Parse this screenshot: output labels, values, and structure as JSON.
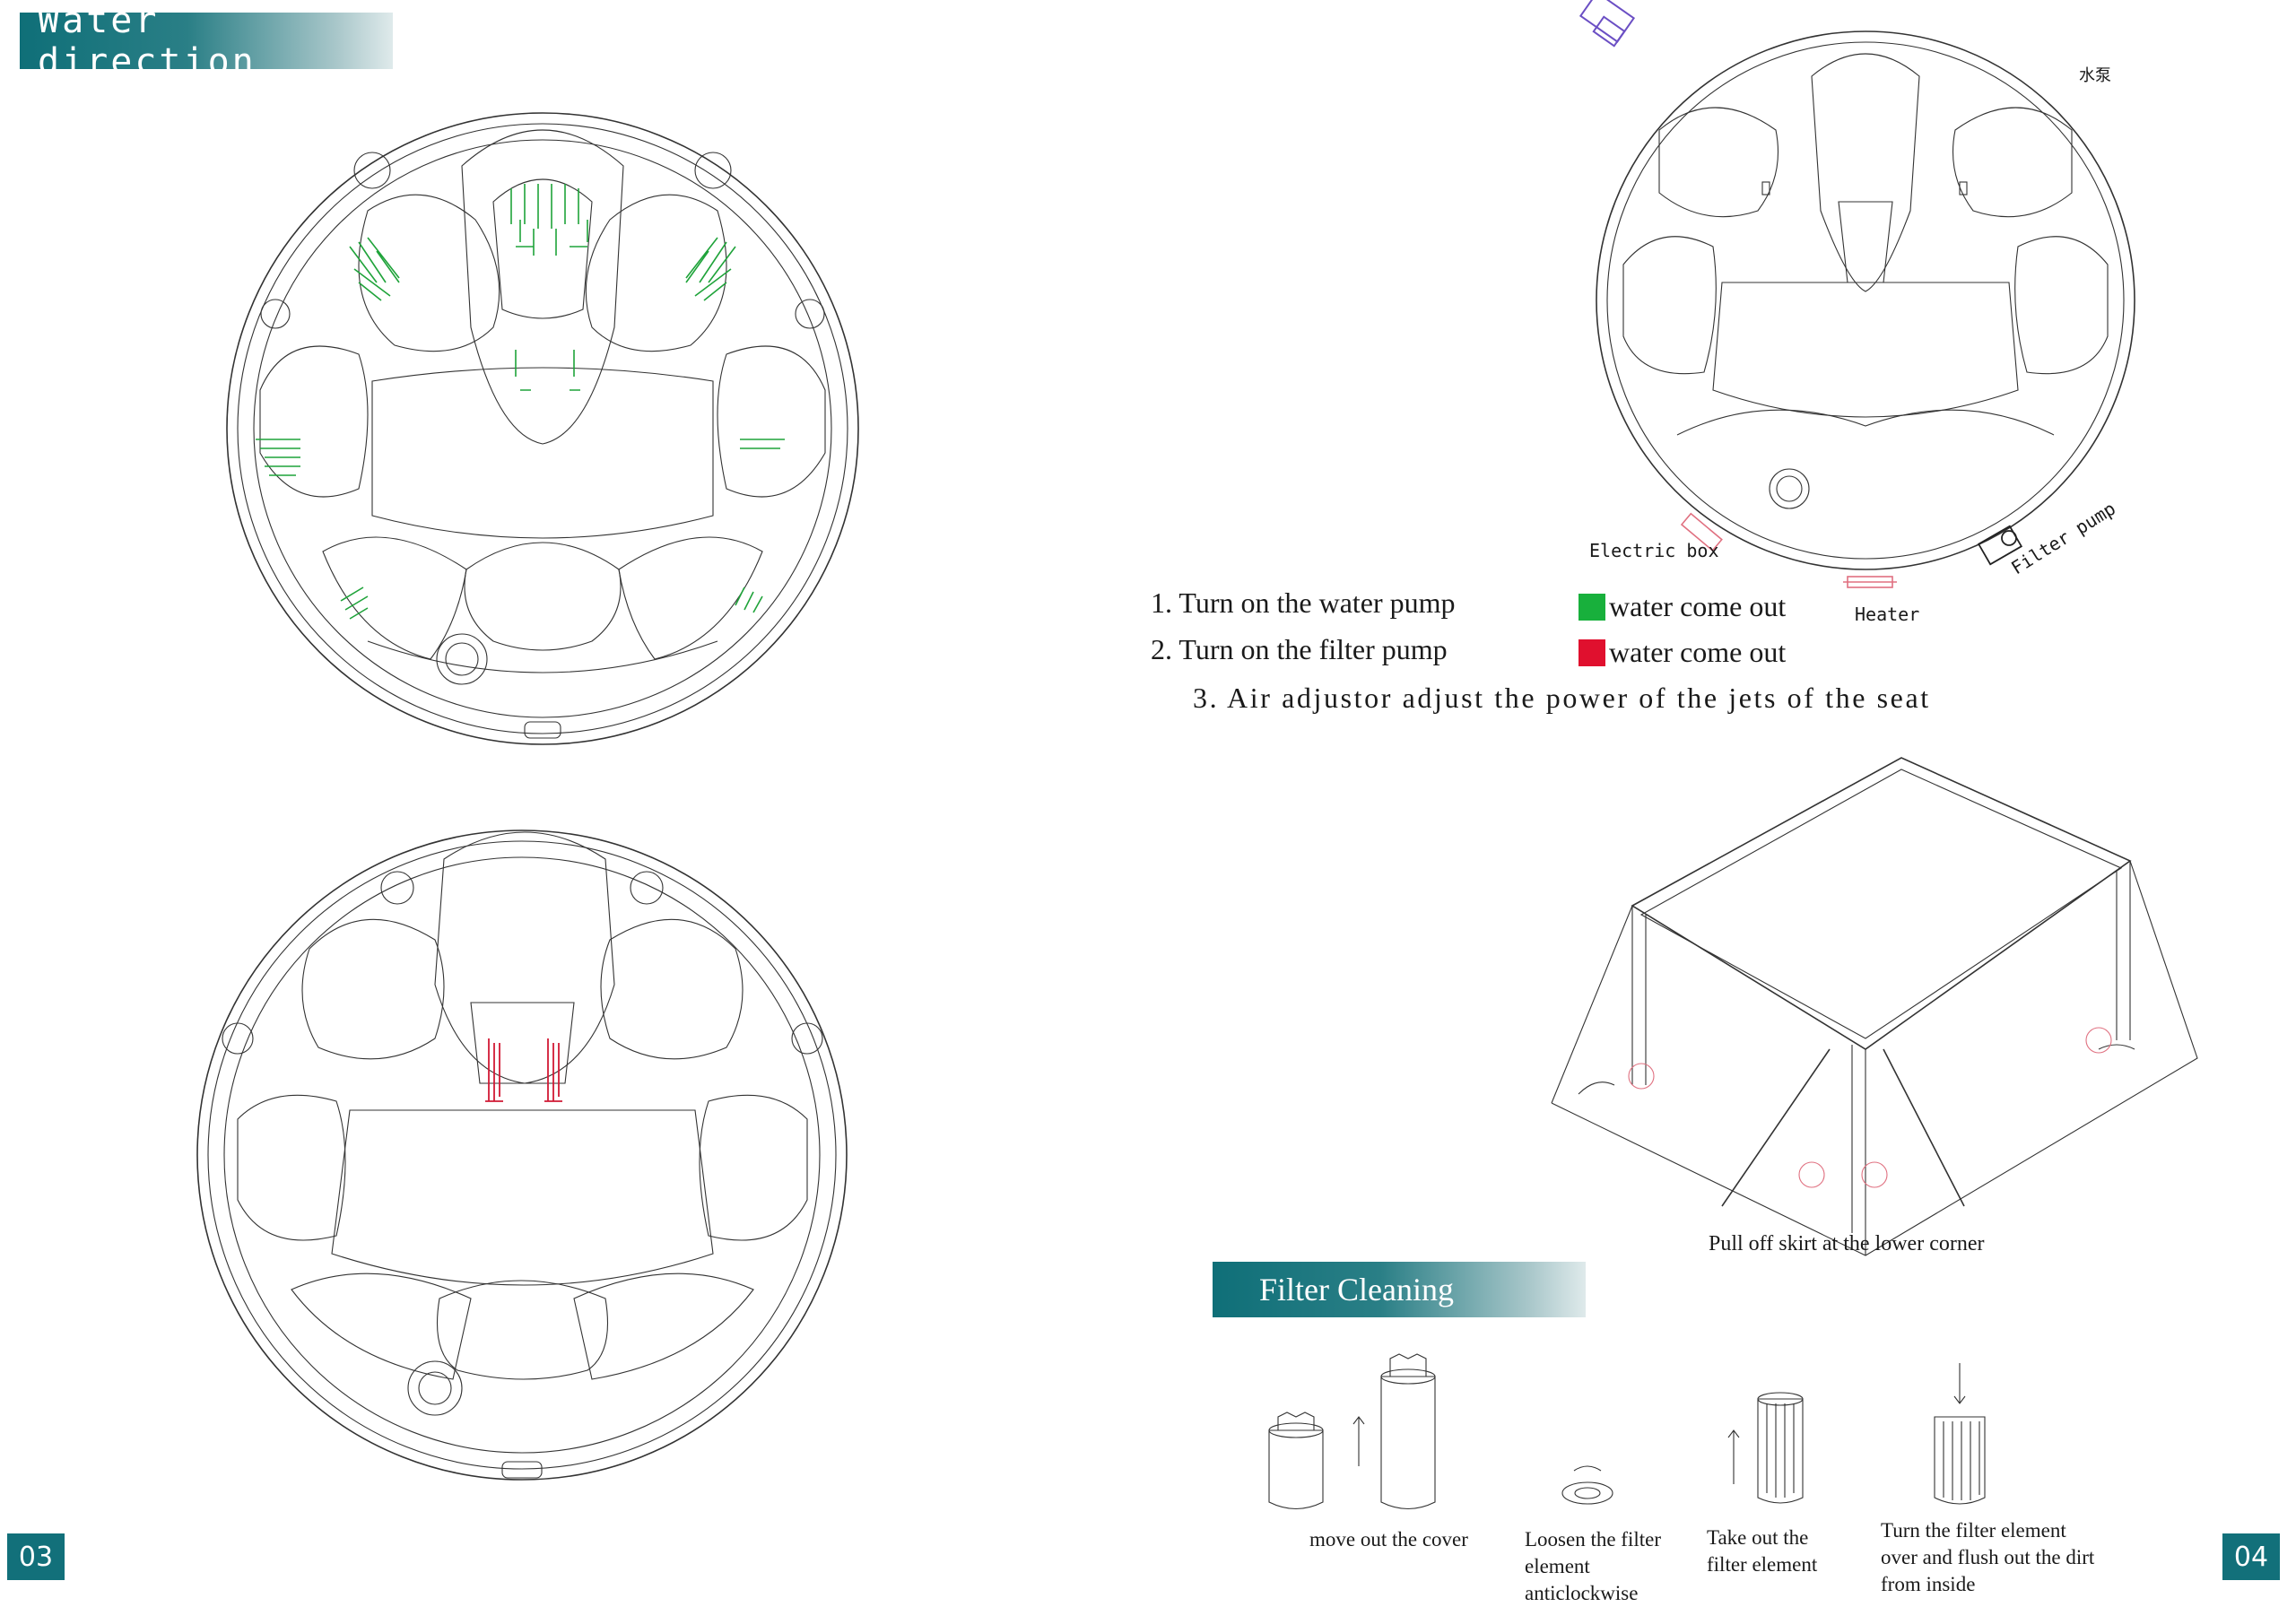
{
  "headers": {
    "water_direction": "Water direction",
    "filter_cleaning": "Filter Cleaning"
  },
  "steps": [
    {
      "num": "1.",
      "text": "Turn on the water pump"
    },
    {
      "num": "2.",
      "text": "Turn on the filter pump"
    },
    {
      "num": "3.",
      "text": "Air adjustor adjust the power of the jets of the seat"
    }
  ],
  "legend": [
    {
      "color": "#18b03c",
      "text": "water come out"
    },
    {
      "color": "#e0102e",
      "text": "water come out"
    }
  ],
  "diagram_labels": {
    "water_pump": "水泵",
    "electric_box": "Electric box",
    "heater": "Heater",
    "filter_pump": "Filter pump"
  },
  "skirt_caption": "Pull off skirt at the lower corner",
  "filter_steps": [
    {
      "lines": [
        "move out the cover"
      ]
    },
    {
      "lines": [
        "Loosen the filter",
        "element",
        "anticlockwise"
      ]
    },
    {
      "lines": [
        "Take out the",
        "filter element"
      ]
    },
    {
      "lines": [
        "Turn the filter element",
        "over and flush out the dirt",
        "from inside"
      ]
    }
  ],
  "page_numbers": {
    "left": "03",
    "right": "04"
  }
}
